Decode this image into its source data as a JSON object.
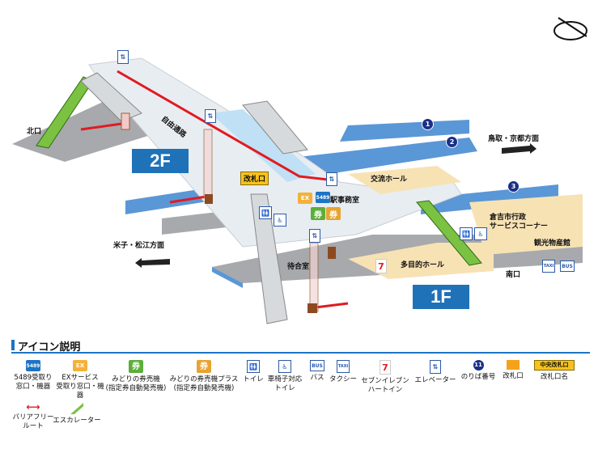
{
  "floors": {
    "f2": "2F",
    "f1": "1F"
  },
  "places": {
    "north_exit": "北口",
    "free_passage": "自由通路",
    "gate": "改札口",
    "station_office": "駅事務室",
    "concourse_hall": "交流ホール",
    "waiting_room": "待合室",
    "multipurpose_hall": "多目的ホール",
    "kurayoshi_corner_line1": "倉吉市行政",
    "kurayoshi_corner_line2": "サービスコーナー",
    "souvenir": "観光物産館",
    "south_exit": "南口",
    "to_tottori": "鳥取・京都方面",
    "to_yonago": "米子・松江方面"
  },
  "platforms": [
    "1",
    "2",
    "3"
  ],
  "legend": {
    "title": "アイコン説明",
    "items": [
      {
        "icon": "5489",
        "label": "5489受取り\n窓口・機器"
      },
      {
        "icon": "EX",
        "label": "EXサービス\n受取り窓口・機器"
      },
      {
        "icon": "券",
        "label": "みどりの券売機\n(指定券自動発売機)"
      },
      {
        "icon": "券",
        "label": "みどりの券売機プラス\n(指定券自動発売機)"
      },
      {
        "icon": "toilet-icon",
        "label": "トイレ"
      },
      {
        "icon": "wheelchair-icon",
        "label": "車椅子対応\nトイレ"
      },
      {
        "icon": "bus-icon",
        "label": "バス"
      },
      {
        "icon": "TAXI",
        "label": "タクシー"
      },
      {
        "icon": "seven-eleven-icon",
        "label": "セブンイレブン\nハートイン"
      },
      {
        "icon": "elevator-icon",
        "label": "エレベーター"
      },
      {
        "icon": "11",
        "label": "のりば番号"
      },
      {
        "icon": "gate-icon",
        "label": "改札口"
      },
      {
        "icon": "中央改札口",
        "label": "改札口名"
      },
      {
        "icon": "barrier-free-icon",
        "label": "バリアフリー\nルート"
      },
      {
        "icon": "escalator-icon",
        "label": "エスカレーター"
      }
    ]
  },
  "icon_texts": {
    "ex": "EX",
    "ken": "券",
    "n5489": "5489",
    "taxi": "TAXI",
    "bus": "BUS"
  },
  "colors": {
    "platform_blue": "#5a97d6",
    "concourse_blue": "#bfe0f5",
    "floor_gray": "#a7a9ac",
    "route_red": "#e01b22",
    "accent_blue": "#1d74c4",
    "escalator_green": "#7cc242",
    "tan": "#f7e2b4"
  }
}
